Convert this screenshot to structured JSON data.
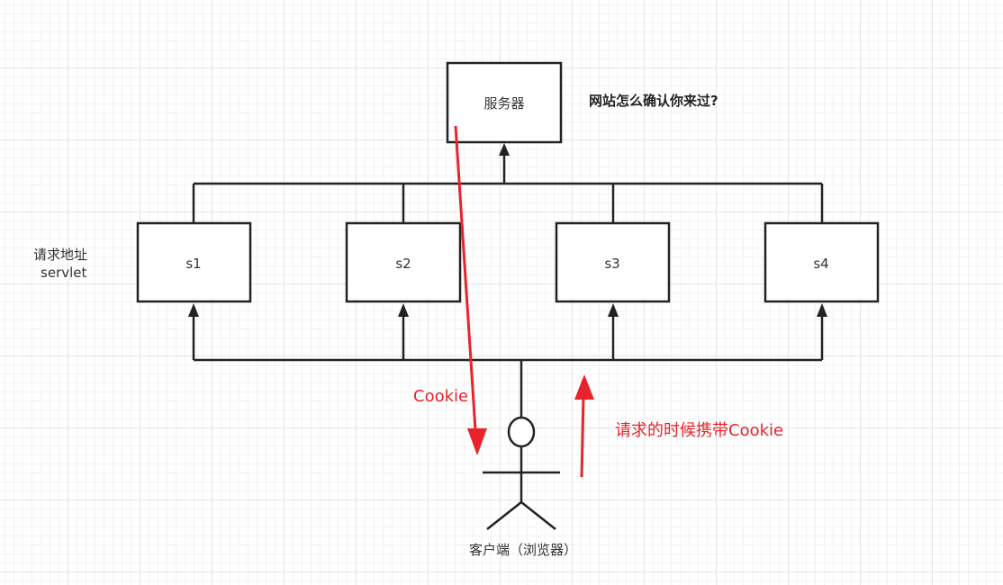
{
  "server": {
    "label": "服务器"
  },
  "question": "网站怎么确认你来过?",
  "servlet_note": {
    "line1": "请求地址",
    "line2": "servlet"
  },
  "servlets": [
    {
      "label": "s1"
    },
    {
      "label": "s2"
    },
    {
      "label": "s3"
    },
    {
      "label": "s4"
    }
  ],
  "client": {
    "label": "客户端（浏览器）"
  },
  "cookie_response": {
    "label": "Cookie"
  },
  "cookie_request": {
    "label": "请求的时候携带Cookie"
  },
  "colors": {
    "line": "#222222",
    "accent": "#e8232b",
    "text": "#333333"
  }
}
